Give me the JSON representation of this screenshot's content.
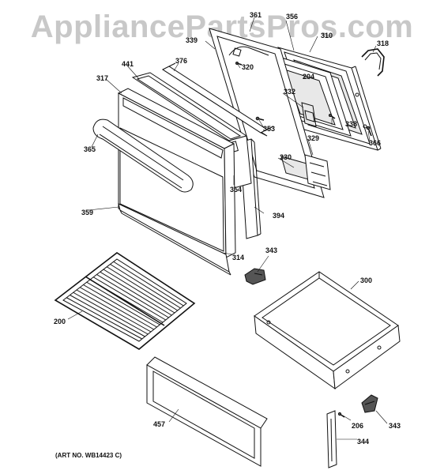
{
  "watermark": "AppliancePartsPros.com",
  "art_number": "(ART NO. WB14423 C)",
  "parts": [
    {
      "id": "p361",
      "label": "361"
    },
    {
      "id": "p356",
      "label": "356"
    },
    {
      "id": "p310",
      "label": "310"
    },
    {
      "id": "p318",
      "label": "318"
    },
    {
      "id": "p339",
      "label": "339"
    },
    {
      "id": "p320",
      "label": "320"
    },
    {
      "id": "p441",
      "label": "441"
    },
    {
      "id": "p376",
      "label": "376"
    },
    {
      "id": "p204",
      "label": "204"
    },
    {
      "id": "p317",
      "label": "317"
    },
    {
      "id": "p332",
      "label": "332"
    },
    {
      "id": "p353",
      "label": "353"
    },
    {
      "id": "p338",
      "label": "338"
    },
    {
      "id": "p329",
      "label": "329"
    },
    {
      "id": "p366",
      "label": "366"
    },
    {
      "id": "p365",
      "label": "365"
    },
    {
      "id": "p330",
      "label": "330"
    },
    {
      "id": "p354",
      "label": "354"
    },
    {
      "id": "p394",
      "label": "394"
    },
    {
      "id": "p359",
      "label": "359"
    },
    {
      "id": "p343a",
      "label": "343"
    },
    {
      "id": "p314",
      "label": "314"
    },
    {
      "id": "p300",
      "label": "300"
    },
    {
      "id": "p200",
      "label": "200"
    },
    {
      "id": "p457",
      "label": "457"
    },
    {
      "id": "p206",
      "label": "206"
    },
    {
      "id": "p343b",
      "label": "343"
    },
    {
      "id": "p344",
      "label": "344"
    }
  ]
}
